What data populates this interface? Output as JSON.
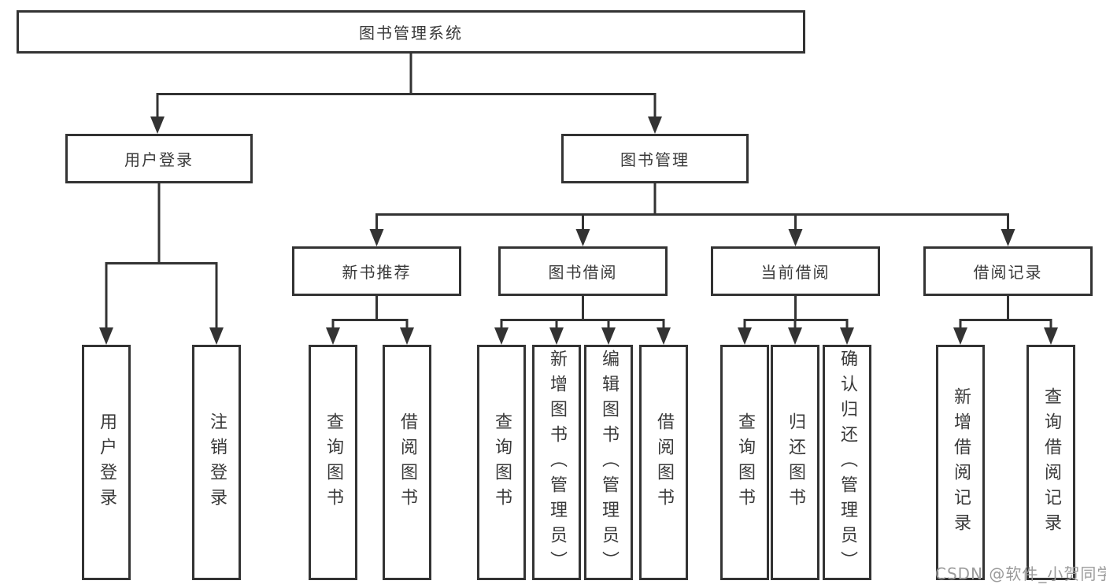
{
  "title": "图书管理系统",
  "tree": {
    "branches": [
      {
        "label": "用户登录",
        "children": [
          {
            "label": "用户登录"
          },
          {
            "label": "注销登录"
          }
        ]
      },
      {
        "label": "图书管理",
        "groups": [
          {
            "label": "新书推荐",
            "children": [
              {
                "label": "查询图书"
              },
              {
                "label": "借阅图书"
              }
            ]
          },
          {
            "label": "图书借阅",
            "children": [
              {
                "label": "查询图书"
              },
              {
                "label": "新增图书（管理员）"
              },
              {
                "label": "编辑图书（管理员）"
              },
              {
                "label": "借阅图书"
              }
            ]
          },
          {
            "label": "当前借阅",
            "children": [
              {
                "label": "查询图书"
              },
              {
                "label": "归还图书"
              },
              {
                "label": "确认归还（管理员）"
              }
            ]
          },
          {
            "label": "借阅记录",
            "children": [
              {
                "label": "新增借阅记录"
              },
              {
                "label": "查询借阅记录"
              }
            ]
          }
        ]
      }
    ]
  },
  "watermark": "CSDN @软件_小贺同学",
  "colors": {
    "line": "#333333",
    "text": "#3a3a3a",
    "box_background": "#ffffff",
    "watermark": "#9b9b9b"
  }
}
